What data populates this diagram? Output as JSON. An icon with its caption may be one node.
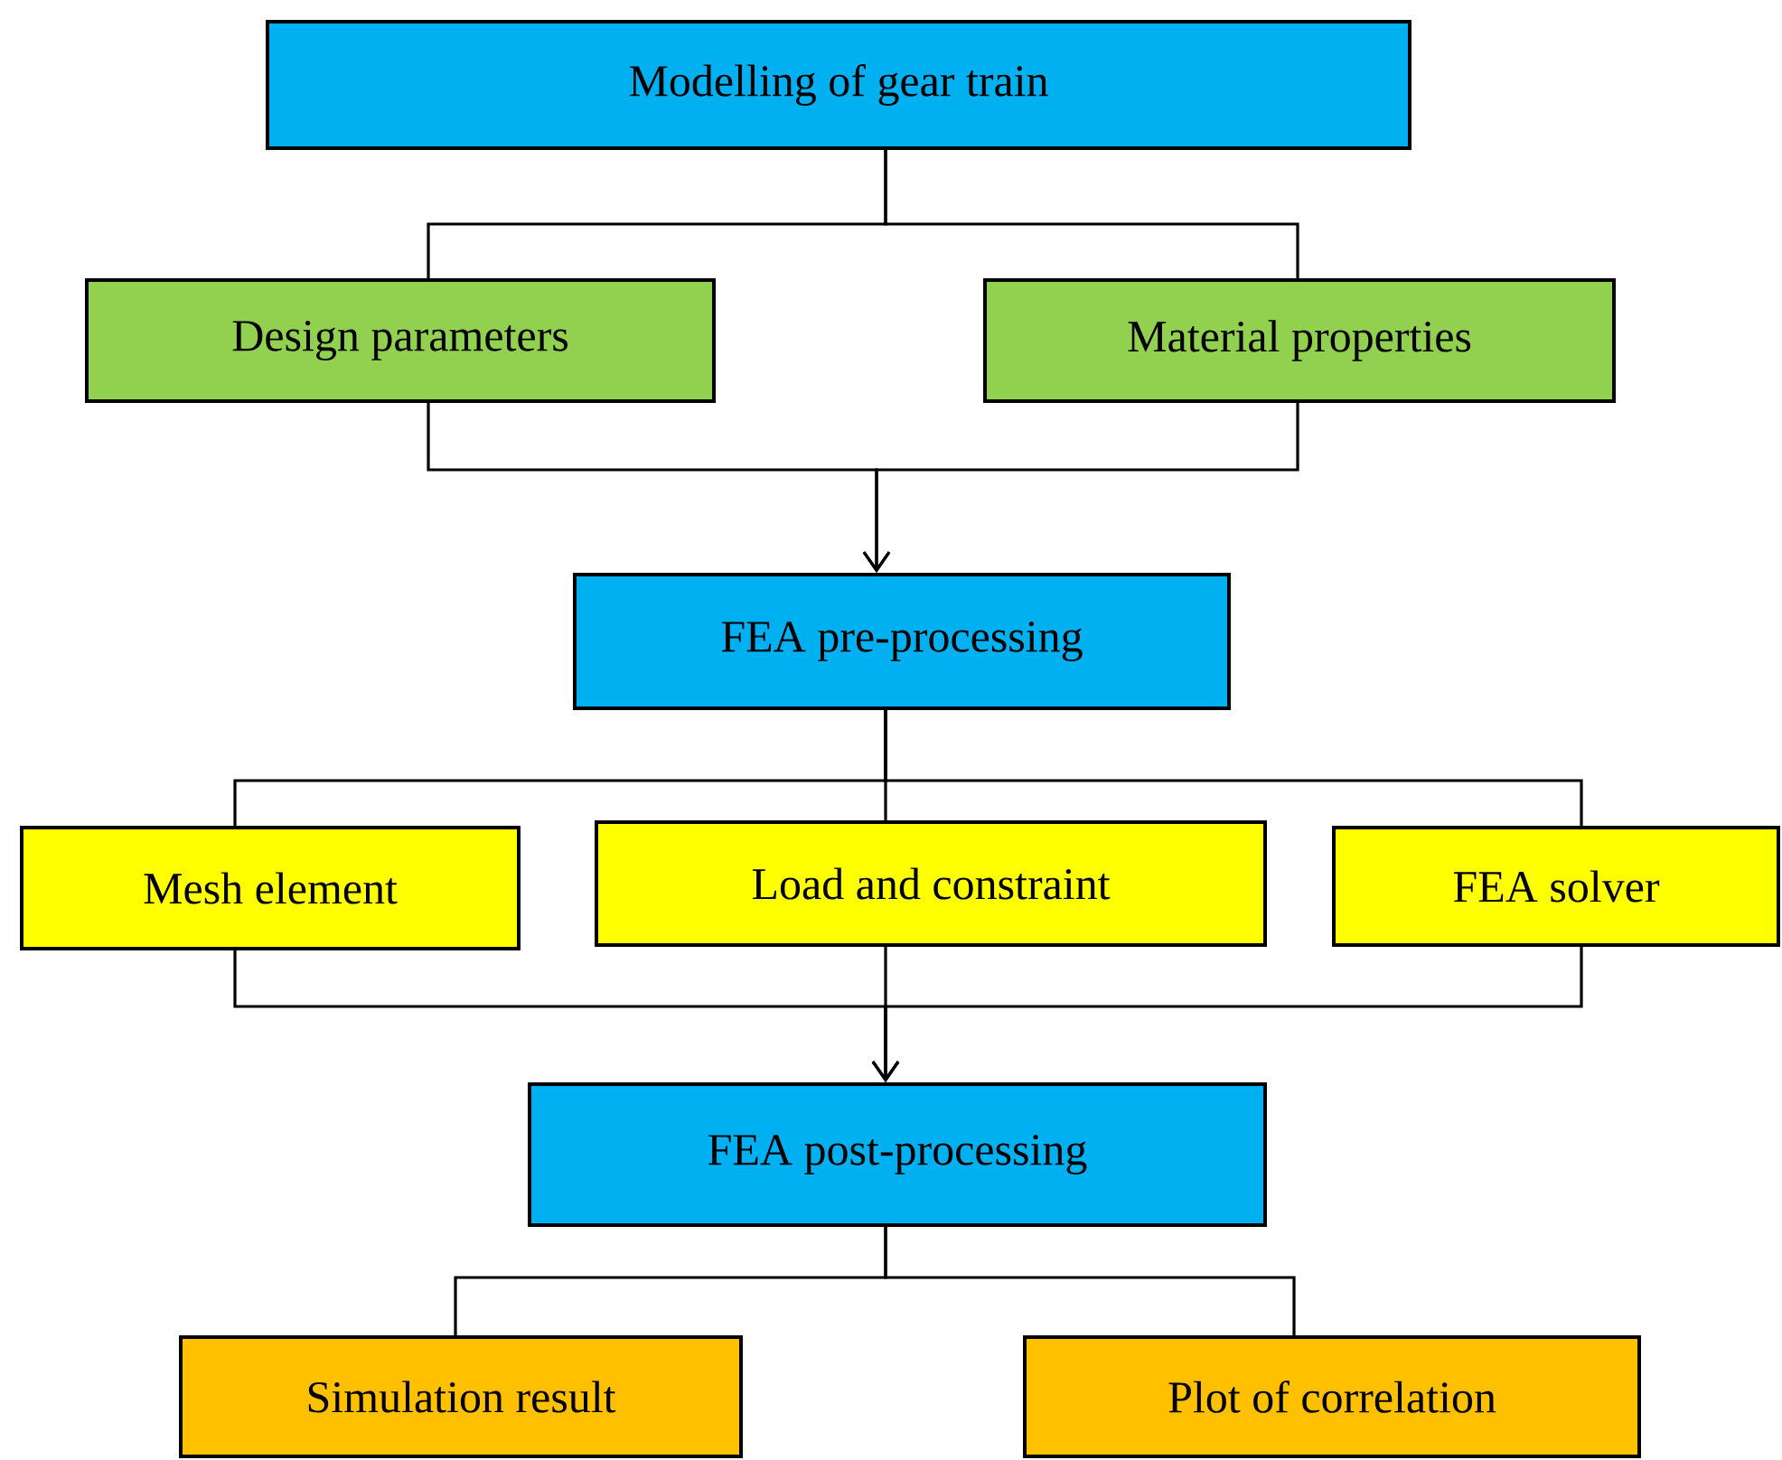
{
  "diagram": {
    "nodes": [
      {
        "text": [
          "Modelling of gear train"
        ]
      },
      {
        "text": [
          "Design parameters"
        ]
      },
      {
        "text": [
          "Material properties"
        ]
      },
      {
        "text": [
          "FEA pre-processing"
        ]
      },
      {
        "text": [
          "Mesh element"
        ]
      },
      {
        "text": [
          "Load and constraint"
        ]
      },
      {
        "text": [
          "FEA solver"
        ]
      },
      {
        "text": [
          "FEA post-processing"
        ]
      },
      {
        "text": [
          "Simulation result"
        ]
      },
      {
        "text": [
          "Plot of correlation"
        ]
      }
    ],
    "edges": [
      {
        "from": 0,
        "to": 1,
        "arrow": "none"
      },
      {
        "from": 0,
        "to": 2,
        "arrow": "none"
      },
      {
        "from": 1,
        "to": 3,
        "arrow": "to"
      },
      {
        "from": 2,
        "to": 3,
        "arrow": "to"
      },
      {
        "from": 3,
        "to": 4,
        "arrow": "none"
      },
      {
        "from": 3,
        "to": 5,
        "arrow": "none"
      },
      {
        "from": 3,
        "to": 6,
        "arrow": "none"
      },
      {
        "from": 4,
        "to": 7,
        "arrow": "to"
      },
      {
        "from": 5,
        "to": 7,
        "arrow": "to"
      },
      {
        "from": 6,
        "to": 7,
        "arrow": "to"
      },
      {
        "from": 7,
        "to": 8,
        "arrow": "none"
      },
      {
        "from": 7,
        "to": 9,
        "arrow": "none"
      }
    ]
  }
}
